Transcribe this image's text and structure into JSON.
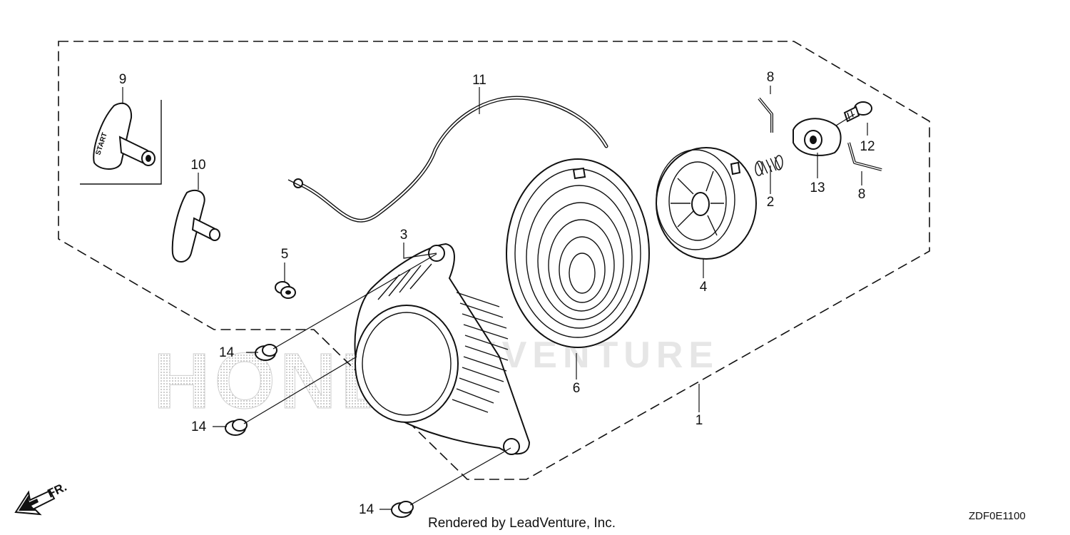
{
  "callouts": {
    "p1": "1",
    "p2": "2",
    "p3": "3",
    "p4": "4",
    "p5": "5",
    "p6": "6",
    "p8a": "8",
    "p8b": "8",
    "p9": "9",
    "p10": "10",
    "p11": "11",
    "p12": "12",
    "p13": "13",
    "p14a": "14",
    "p14b": "14",
    "p14c": "14"
  },
  "grip_text": "START",
  "front_marker": "FR.",
  "footer": "Rendered by LeadVenture, Inc.",
  "diagram_code": "ZDF0E1100",
  "watermark": {
    "brand": "HONDA",
    "dealer": "EASYVENTURE"
  }
}
